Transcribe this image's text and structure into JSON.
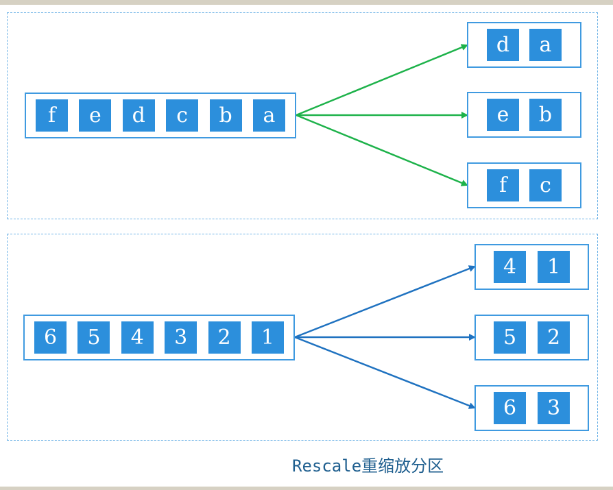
{
  "colors": {
    "cell": "#2c8fdc",
    "box_border": "#3f9ae0",
    "panel_border": "#6fb3e6",
    "arrow_top": "#1db24a",
    "arrow_bottom": "#1f72c0",
    "caption": "#1f5f8f"
  },
  "letters_panel": {
    "source": [
      "f",
      "e",
      "d",
      "c",
      "b",
      "a"
    ],
    "targets": [
      [
        "d",
        "a"
      ],
      [
        "e",
        "b"
      ],
      [
        "f",
        "c"
      ]
    ]
  },
  "numbers_panel": {
    "source": [
      "6",
      "5",
      "4",
      "3",
      "2",
      "1"
    ],
    "targets": [
      [
        "4",
        "1"
      ],
      [
        "5",
        "2"
      ],
      [
        "6",
        "3"
      ]
    ]
  },
  "caption": "Rescale重缩放分区"
}
